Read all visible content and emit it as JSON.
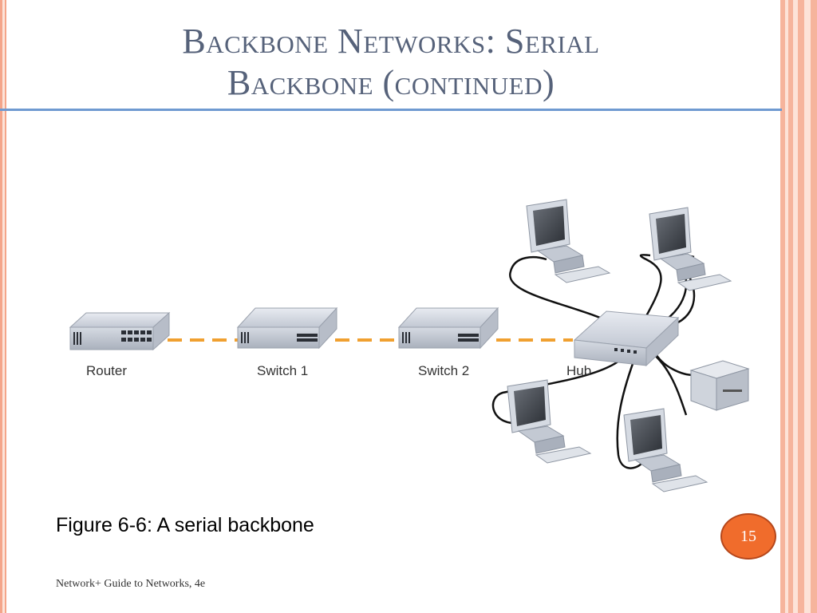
{
  "slide": {
    "title_line1": "Backbone Networks: Serial",
    "title_line2": "Backbone (continued)",
    "caption": "Figure 6-6: A serial backbone",
    "footer": "Network+ Guide to Networks, 4e",
    "page_number": "15"
  },
  "diagram": {
    "devices": [
      {
        "id": "router",
        "label": "Router"
      },
      {
        "id": "switch1",
        "label": "Switch 1"
      },
      {
        "id": "switch2",
        "label": "Switch 2"
      },
      {
        "id": "hub",
        "label": "Hub"
      }
    ],
    "connections": [
      {
        "from": "Router",
        "to": "Switch 1"
      },
      {
        "from": "Switch 1",
        "to": "Switch 2"
      },
      {
        "from": "Switch 2",
        "to": "Hub"
      }
    ],
    "hub_clients": [
      "workstation",
      "workstation",
      "workstation",
      "workstation",
      "printer"
    ],
    "colors": {
      "backbone_link": "#f0a030",
      "device_body": "#c9ced8",
      "cable": "#111111"
    }
  }
}
